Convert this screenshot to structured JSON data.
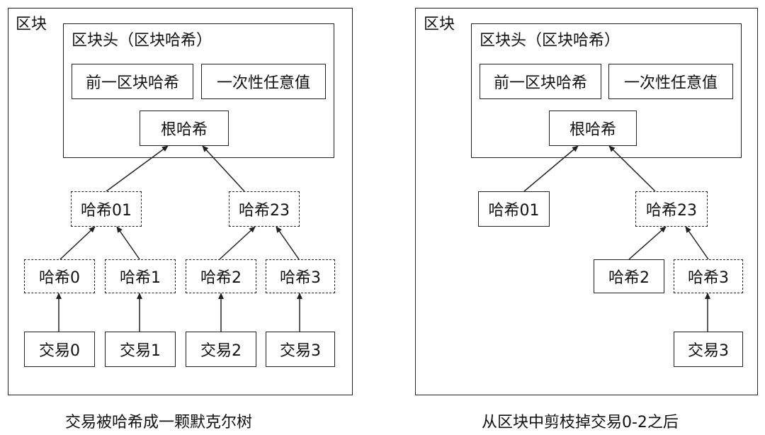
{
  "left": {
    "block_label": "区块",
    "header_label": "区块头（区块哈希）",
    "prev_hash": "前一区块哈希",
    "nonce": "一次性任意值",
    "root_hash": "根哈希",
    "hash01": "哈希01",
    "hash23": "哈希23",
    "hash0": "哈希0",
    "hash1": "哈希1",
    "hash2": "哈希2",
    "hash3": "哈希3",
    "tx0": "交易0",
    "tx1": "交易1",
    "tx2": "交易2",
    "tx3": "交易3",
    "caption": "交易被哈希成一颗默克尔树"
  },
  "right": {
    "block_label": "区块",
    "header_label": "区块头（区块哈希）",
    "prev_hash": "前一区块哈希",
    "nonce": "一次性任意值",
    "root_hash": "根哈希",
    "hash01": "哈希01",
    "hash23": "哈希23",
    "hash2": "哈希2",
    "hash3": "哈希3",
    "tx3": "交易3",
    "caption": "从区块中剪枝掉交易0-2之后"
  }
}
